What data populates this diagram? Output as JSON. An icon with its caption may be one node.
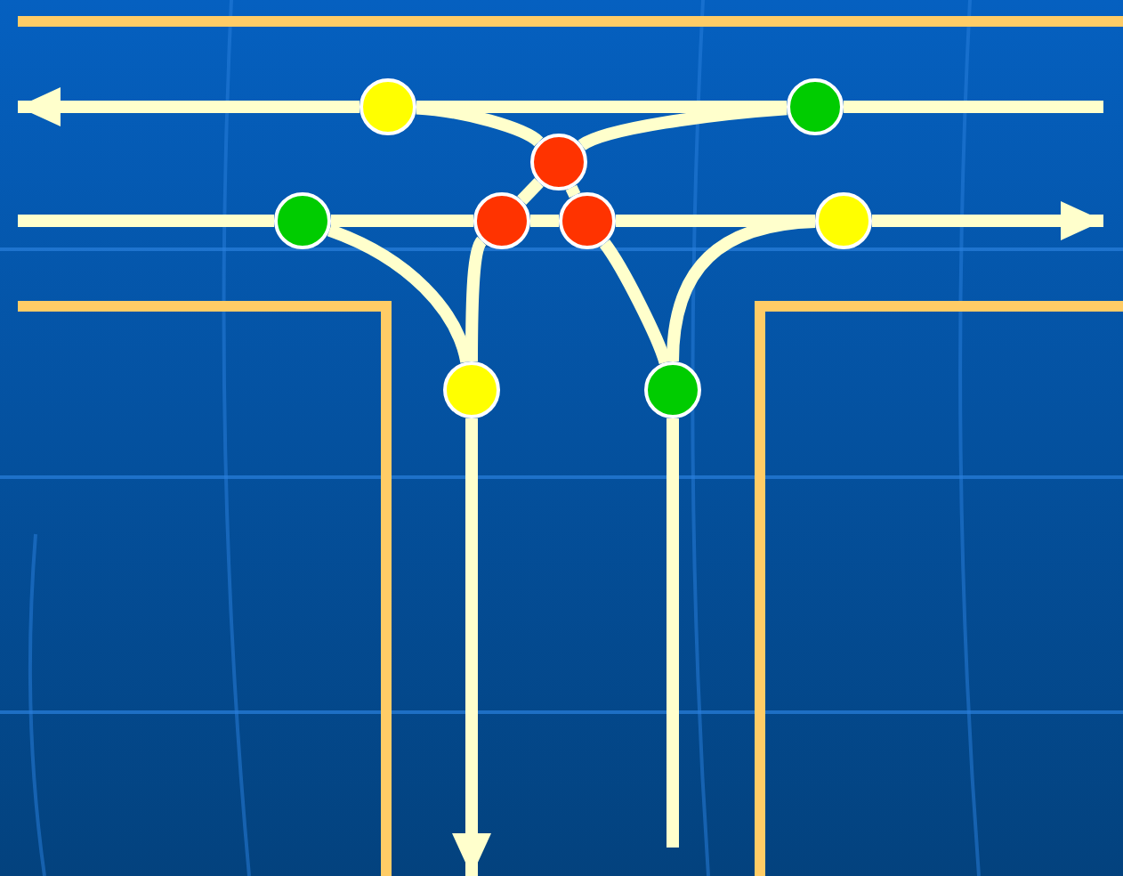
{
  "diagram": {
    "nodes": [
      {
        "text": [],
        "shape": "circle"
      },
      {
        "text": [],
        "shape": "circle"
      },
      {
        "text": [],
        "shape": "circle"
      },
      {
        "text": [],
        "shape": "circle"
      },
      {
        "text": [],
        "shape": "circle"
      },
      {
        "text": [],
        "shape": "circle"
      },
      {
        "text": [],
        "shape": "circle"
      },
      {
        "text": [],
        "shape": "circle"
      },
      {
        "text": [],
        "shape": "circle"
      }
    ],
    "edges": [
      {
        "from": null,
        "to": 1,
        "arrow": "none"
      },
      {
        "from": 1,
        "to": 0,
        "arrow": "none"
      },
      {
        "from": 0,
        "to": null,
        "arrow": "to"
      },
      {
        "from": 0,
        "to": 2,
        "arrow": "none"
      },
      {
        "from": 2,
        "to": 5,
        "arrow": "none"
      },
      {
        "from": 5,
        "to": 8,
        "arrow": "none"
      },
      {
        "from": 1,
        "to": 2,
        "arrow": "none"
      },
      {
        "from": 2,
        "to": 4,
        "arrow": "none"
      },
      {
        "from": 4,
        "to": 7,
        "arrow": "none"
      },
      {
        "from": null,
        "to": 3,
        "arrow": "none"
      },
      {
        "from": 3,
        "to": 4,
        "arrow": "none"
      },
      {
        "from": 4,
        "to": 5,
        "arrow": "none"
      },
      {
        "from": 5,
        "to": 6,
        "arrow": "none"
      },
      {
        "from": 6,
        "to": null,
        "arrow": "to"
      },
      {
        "from": 3,
        "to": 7,
        "arrow": "none"
      },
      {
        "from": 7,
        "to": null,
        "arrow": "to"
      },
      {
        "from": null,
        "to": 8,
        "arrow": "none"
      },
      {
        "from": 8,
        "to": 6,
        "arrow": "none"
      }
    ]
  }
}
